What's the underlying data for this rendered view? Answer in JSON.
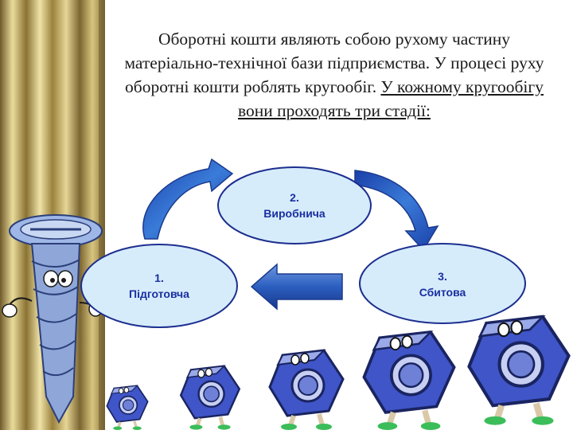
{
  "slide": {
    "text_plain": "Оборотні кошти являють собою рухому частину матеріально-технічної бази підприємства. У процесі руху оборотні кошти роблять кругообіг.",
    "text_underlined": "У кожному кругообігу вони проходять три стадії:"
  },
  "stages": [
    {
      "number": "1.",
      "name": "Підготовча"
    },
    {
      "number": "2.",
      "name": "Виробнича"
    },
    {
      "number": "3.",
      "name": "Сбитова"
    }
  ],
  "colors": {
    "ellipse_fill": "#d6ecfb",
    "ellipse_stroke": "#1c2f8f",
    "arrow_blue": "#2a62c4",
    "label_blue": "#1a2fa0",
    "nut_blue": "#3f55c8",
    "curtain_gold": "#b89a45"
  },
  "decor": {
    "left_character": "screw-cartoon-icon",
    "bottom_characters": "hex-nut-cartoon-icon"
  }
}
